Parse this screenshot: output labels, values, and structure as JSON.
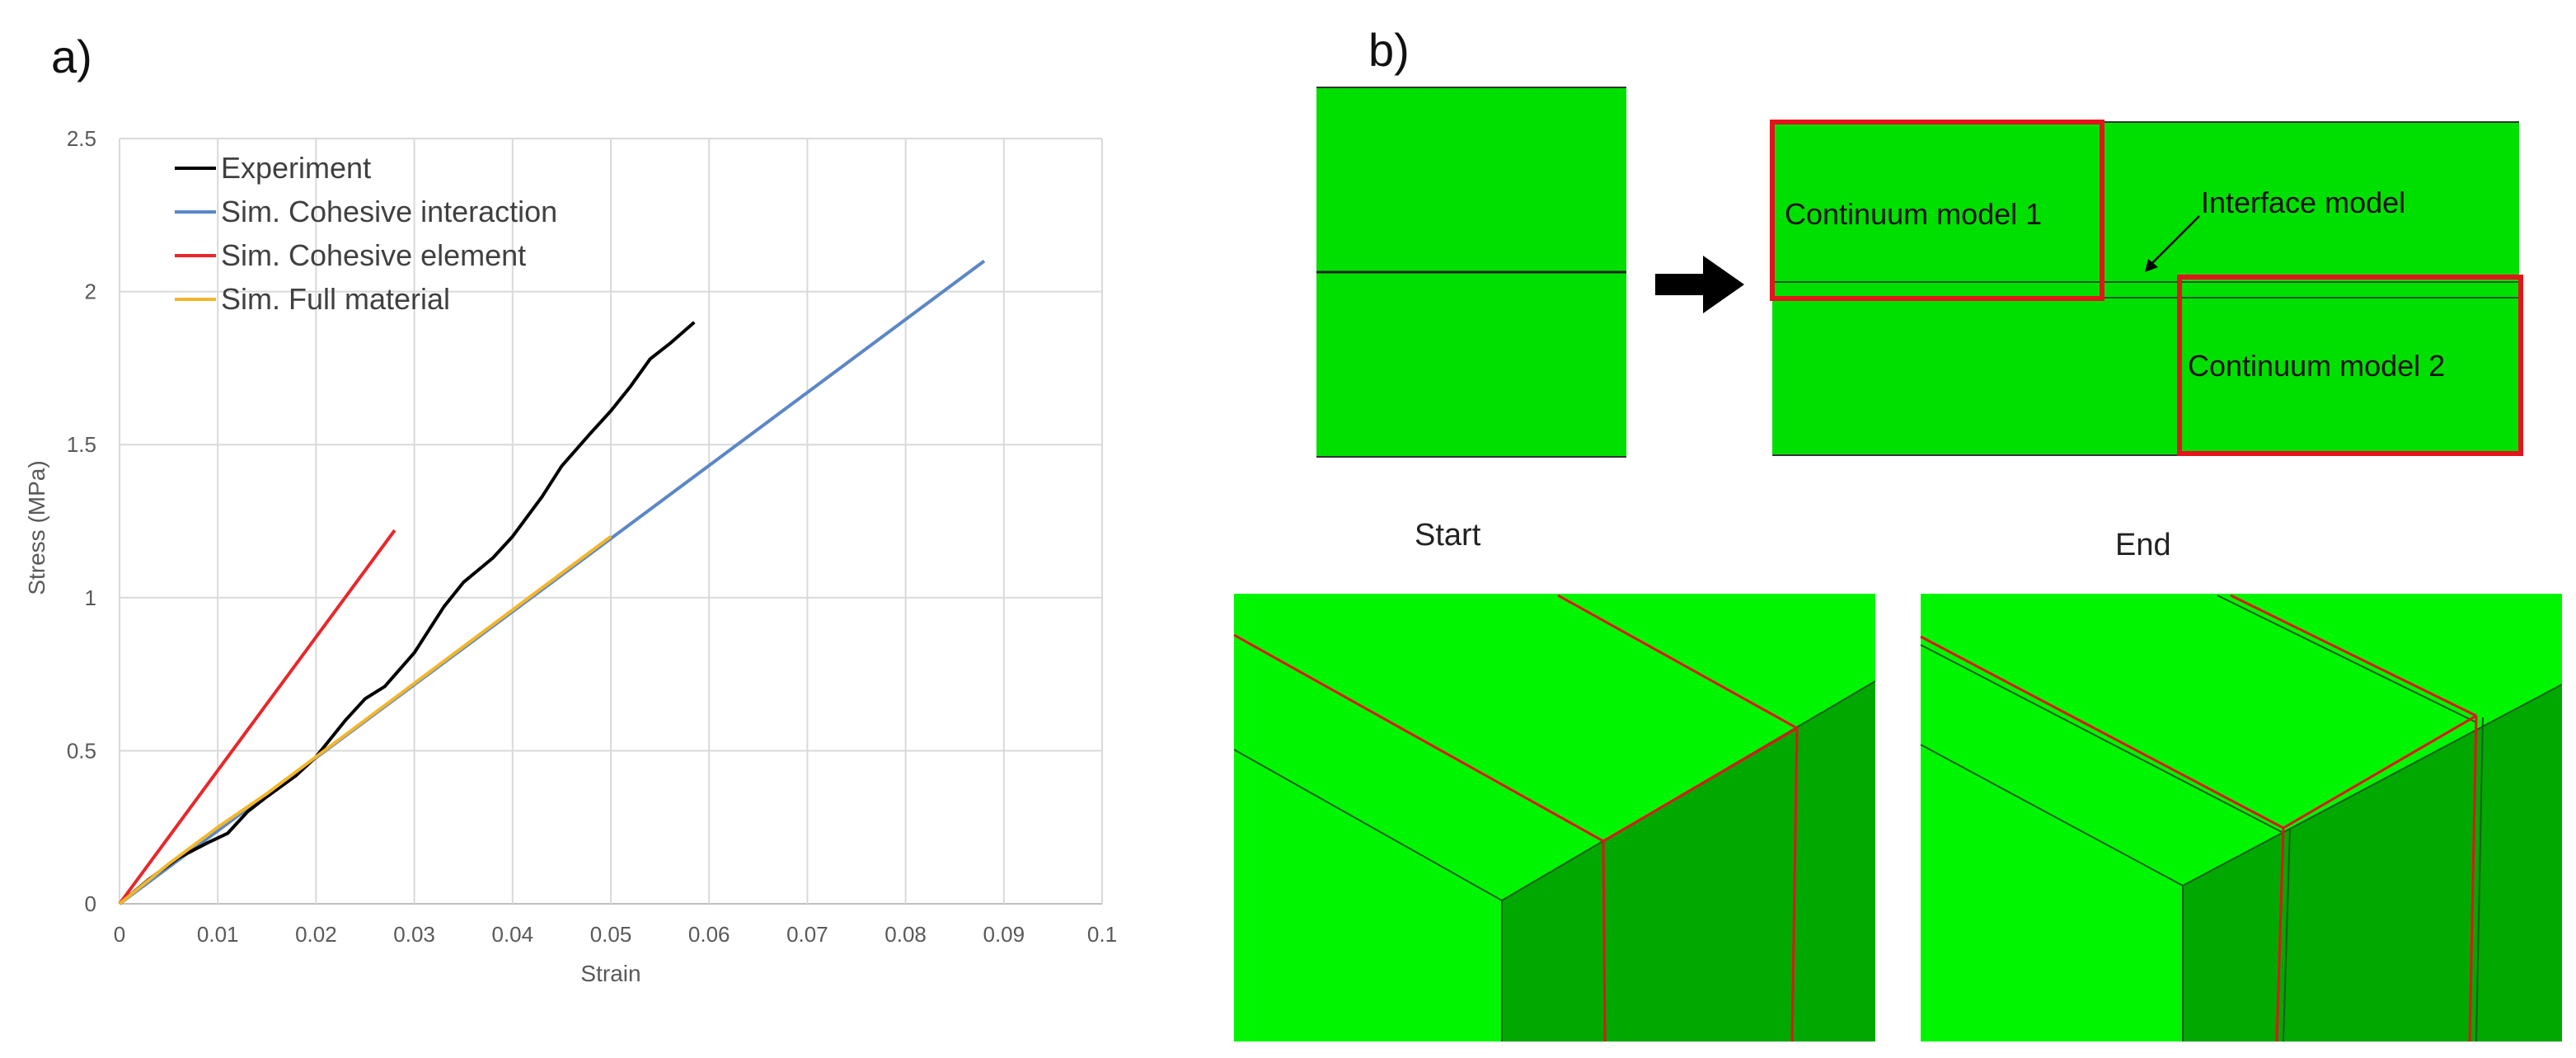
{
  "panels": {
    "a_label": "a)",
    "b_label": "b)"
  },
  "chart_data": {
    "type": "line",
    "xlabel": "Strain",
    "ylabel": "Stress (MPa)",
    "xlim": [
      0,
      0.1
    ],
    "ylim": [
      0,
      2.5
    ],
    "x_ticks": [
      "0",
      "0.01",
      "0.02",
      "0.03",
      "0.04",
      "0.05",
      "0.06",
      "0.07",
      "0.08",
      "0.09",
      "0.1"
    ],
    "y_ticks": [
      "0",
      "0.5",
      "1",
      "1.5",
      "2",
      "2.5"
    ],
    "grid": true,
    "legend_position": "top-left",
    "series": [
      {
        "name": "Experiment",
        "color": "#000000",
        "points": [
          [
            0,
            0
          ],
          [
            0.003,
            0.08
          ],
          [
            0.006,
            0.15
          ],
          [
            0.009,
            0.2
          ],
          [
            0.011,
            0.23
          ],
          [
            0.013,
            0.3
          ],
          [
            0.015,
            0.35
          ],
          [
            0.018,
            0.42
          ],
          [
            0.02,
            0.48
          ],
          [
            0.023,
            0.6
          ],
          [
            0.025,
            0.67
          ],
          [
            0.027,
            0.71
          ],
          [
            0.03,
            0.82
          ],
          [
            0.033,
            0.97
          ],
          [
            0.035,
            1.05
          ],
          [
            0.038,
            1.13
          ],
          [
            0.04,
            1.2
          ],
          [
            0.043,
            1.33
          ],
          [
            0.045,
            1.43
          ],
          [
            0.048,
            1.54
          ],
          [
            0.05,
            1.61
          ],
          [
            0.052,
            1.69
          ],
          [
            0.054,
            1.78
          ],
          [
            0.056,
            1.83
          ],
          [
            0.0585,
            1.9
          ]
        ]
      },
      {
        "name": "Sim. Cohesive interaction",
        "color": "#5B87C5",
        "points": [
          [
            0,
            0
          ],
          [
            0.088,
            2.1
          ]
        ]
      },
      {
        "name": "Sim. Cohesive element",
        "color": "#E8272B",
        "points": [
          [
            0,
            0
          ],
          [
            0.028,
            1.22
          ]
        ]
      },
      {
        "name": "Sim. Full material",
        "color": "#F2B62B",
        "points": [
          [
            0,
            0
          ],
          [
            0.005,
            0.13
          ],
          [
            0.01,
            0.25
          ],
          [
            0.015,
            0.36
          ],
          [
            0.02,
            0.48
          ],
          [
            0.03,
            0.72
          ],
          [
            0.04,
            0.96
          ],
          [
            0.05,
            1.2
          ]
        ]
      }
    ]
  },
  "diagram": {
    "continuum_1": "Continuum model 1",
    "continuum_2": "Continuum model 2",
    "interface": "Interface model",
    "caption_start": "Start",
    "caption_end": "End",
    "colors": {
      "green": "#00E000",
      "bright_green": "#00F500",
      "dark_green": "#00A800",
      "red": "#E3141C"
    }
  }
}
